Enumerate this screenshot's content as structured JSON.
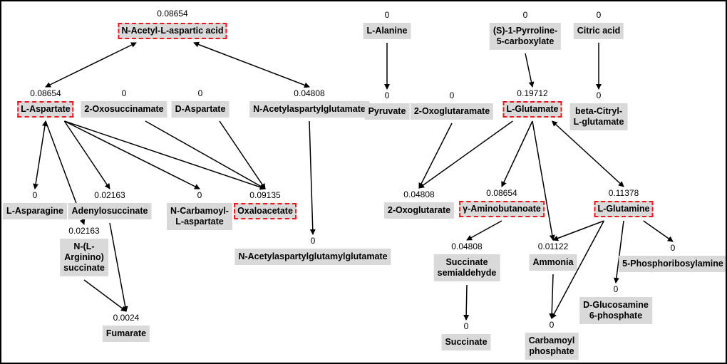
{
  "diagram": {
    "highlight_color": "#e8191f",
    "box_fill": "#d9d9d9",
    "nodes": [
      {
        "id": "naa",
        "label": "N-Acetyl-L-aspartic acid",
        "value": "0.08654",
        "highlighted": true
      },
      {
        "id": "asp",
        "label": "L-Aspartate",
        "value": "0.08654",
        "highlighted": true
      },
      {
        "id": "oxs",
        "label": "2-Oxosuccinamate",
        "value": "0",
        "highlighted": false
      },
      {
        "id": "dasp",
        "label": "D-Aspartate",
        "value": "0",
        "highlighted": false
      },
      {
        "id": "naag",
        "label": "N-Acetylaspartylglutamate",
        "value": "0.04808",
        "highlighted": false
      },
      {
        "id": "asn",
        "label": "L-Asparagine",
        "value": "0",
        "highlighted": false
      },
      {
        "id": "ados",
        "label": "Adenylosuccinate",
        "value": "0.02163",
        "highlighted": false
      },
      {
        "id": "ncasp",
        "label": "N-Carbamoyl-\nL-aspartate",
        "value": "0",
        "highlighted": false
      },
      {
        "id": "oaa",
        "label": "Oxaloacetate",
        "value": "0.09135",
        "highlighted": true
      },
      {
        "id": "args",
        "label": "N-(L-\nArginino)\nsuccinate",
        "value": "0.02163",
        "highlighted": false
      },
      {
        "id": "naagg",
        "label": "N-Acetylaspartylglutamylglutamate",
        "value": "0",
        "highlighted": false
      },
      {
        "id": "fum",
        "label": "Fumarate",
        "value": "0.0024",
        "highlighted": false
      },
      {
        "id": "ala",
        "label": "L-Alanine",
        "value": "0",
        "highlighted": false
      },
      {
        "id": "p5c",
        "label": "(S)-1-Pyrroline-\n5-carboxylate",
        "value": "0",
        "highlighted": false
      },
      {
        "id": "cit",
        "label": "Citric acid",
        "value": "0",
        "highlighted": false
      },
      {
        "id": "pyr",
        "label": "Pyruvate",
        "value": "0",
        "highlighted": false
      },
      {
        "id": "ogm",
        "label": "2-Oxoglutaramate",
        "value": "0",
        "highlighted": false
      },
      {
        "id": "glu",
        "label": "L-Glutamate",
        "value": "0.19712",
        "highlighted": true
      },
      {
        "id": "bcg",
        "label": "beta-Citryl-\nL-glutamate",
        "value": "0",
        "highlighted": false
      },
      {
        "id": "akg",
        "label": "2-Oxoglutarate",
        "value": "0.04808",
        "highlighted": false
      },
      {
        "id": "gaba",
        "label": "γ-Aminobutanoate",
        "value": "0.08654",
        "highlighted": true
      },
      {
        "id": "gln",
        "label": "L-Glutamine",
        "value": "0.11378",
        "highlighted": true
      },
      {
        "id": "ssa",
        "label": "Succinate\nsemialdehyde",
        "value": "0.04808",
        "highlighted": false
      },
      {
        "id": "nh3",
        "label": "Ammonia",
        "value": "0.01122",
        "highlighted": false
      },
      {
        "id": "prpa",
        "label": "5-Phosphoribosylamine",
        "value": "0",
        "highlighted": false
      },
      {
        "id": "g6p",
        "label": "D-Glucosamine\n6-phosphate",
        "value": "0",
        "highlighted": false
      },
      {
        "id": "succ",
        "label": "Succinate",
        "value": "0",
        "highlighted": false
      },
      {
        "id": "cp",
        "label": "Carbamoyl\nphosphate",
        "value": "0",
        "highlighted": false
      }
    ],
    "edges": [
      {
        "from": "asp",
        "to": "naa",
        "bidirectional": true
      },
      {
        "from": "naa",
        "to": "naag",
        "bidirectional": true
      },
      {
        "from": "asp",
        "to": "asn",
        "bidirectional": true
      },
      {
        "from": "asp",
        "to": "args",
        "bidirectional": false
      },
      {
        "from": "asp",
        "to": "ados",
        "bidirectional": false
      },
      {
        "from": "asp",
        "to": "ncasp",
        "bidirectional": false
      },
      {
        "from": "asp",
        "to": "oaa",
        "bidirectional": false
      },
      {
        "from": "oxs",
        "to": "oaa",
        "bidirectional": false
      },
      {
        "from": "dasp",
        "to": "oaa",
        "bidirectional": false
      },
      {
        "from": "naag",
        "to": "naagg",
        "bidirectional": false
      },
      {
        "from": "args",
        "to": "fum",
        "bidirectional": false
      },
      {
        "from": "ados",
        "to": "fum",
        "bidirectional": false
      },
      {
        "from": "ala",
        "to": "pyr",
        "bidirectional": false
      },
      {
        "from": "p5c",
        "to": "glu",
        "bidirectional": false
      },
      {
        "from": "cit",
        "to": "bcg",
        "bidirectional": false
      },
      {
        "from": "ogm",
        "to": "akg",
        "bidirectional": false
      },
      {
        "from": "glu",
        "to": "akg",
        "bidirectional": false
      },
      {
        "from": "glu",
        "to": "gaba",
        "bidirectional": false
      },
      {
        "from": "glu",
        "to": "nh3",
        "bidirectional": false
      },
      {
        "from": "glu",
        "to": "gln",
        "bidirectional": true
      },
      {
        "from": "gaba",
        "to": "ssa",
        "bidirectional": false
      },
      {
        "from": "ssa",
        "to": "succ",
        "bidirectional": false
      },
      {
        "from": "nh3",
        "to": "cp",
        "bidirectional": false
      },
      {
        "from": "gln",
        "to": "nh3",
        "bidirectional": false
      },
      {
        "from": "gln",
        "to": "cp",
        "bidirectional": false
      },
      {
        "from": "gln",
        "to": "g6p",
        "bidirectional": false
      },
      {
        "from": "gln",
        "to": "prpa",
        "bidirectional": false
      }
    ]
  }
}
